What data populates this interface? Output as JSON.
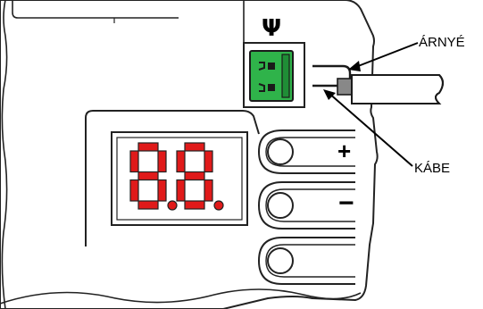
{
  "callouts": {
    "shield": "ÁRNYÉ",
    "cable": "KÁBE"
  },
  "buttons": {
    "plus": "+",
    "minus": "−"
  },
  "antenna_symbol": "Ψ",
  "display": {
    "digits": [
      "8",
      "8"
    ],
    "segment_color": "#e01a1a"
  },
  "colors": {
    "connector": "#2fb34a",
    "outline": "#222222",
    "panel": "#ffffff",
    "wire": "#888888"
  }
}
